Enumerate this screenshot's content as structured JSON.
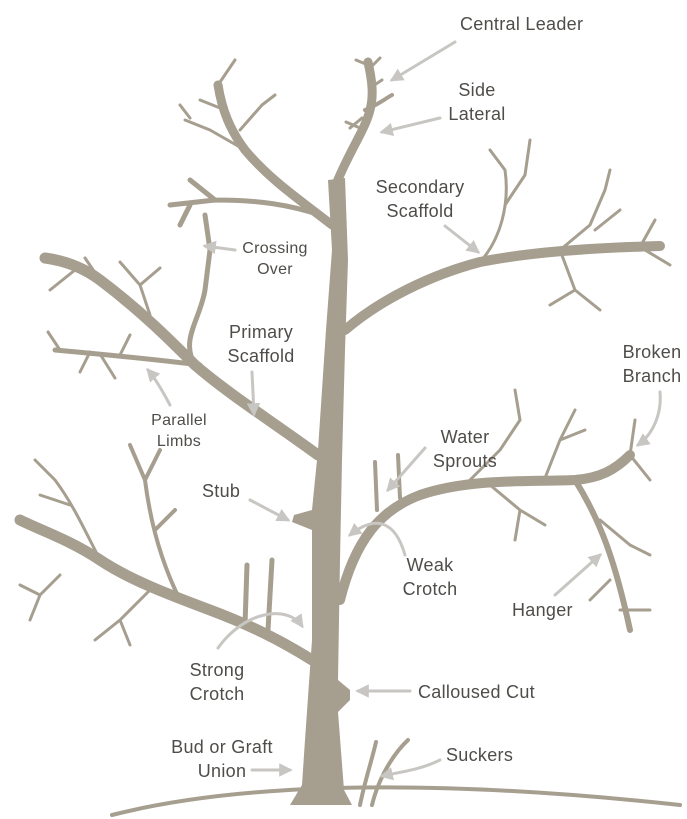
{
  "colors": {
    "tree": "#a69e8f",
    "arrow": "#c8c6c2",
    "text": "#4f4d49",
    "background": "#ffffff"
  },
  "labels": {
    "central_leader": "Central Leader",
    "side_lateral": [
      "Side",
      "Lateral"
    ],
    "secondary_scaffold": [
      "Secondary",
      "Scaffold"
    ],
    "crossing_over": [
      "Crossing",
      "Over"
    ],
    "primary_scaffold": [
      "Primary",
      "Scaffold"
    ],
    "broken_branch": [
      "Broken",
      "Branch"
    ],
    "parallel_limbs": [
      "Parallel",
      "Limbs"
    ],
    "water_sprouts": [
      "Water",
      "Sprouts"
    ],
    "stub": "Stub",
    "weak_crotch": [
      "Weak",
      "Crotch"
    ],
    "hanger": "Hanger",
    "strong_crotch": [
      "Strong",
      "Crotch"
    ],
    "calloused_cut": "Calloused Cut",
    "bud_or_graft_union": [
      "Bud or Graft",
      "Union"
    ],
    "suckers": "Suckers"
  }
}
